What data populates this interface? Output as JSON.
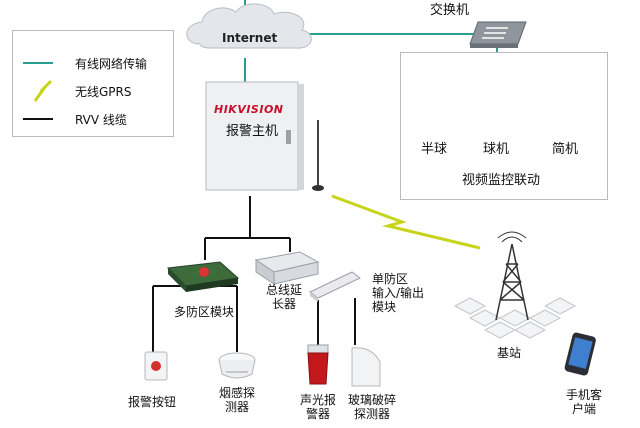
{
  "legend": {
    "items": [
      {
        "label": "有线网络传输",
        "kind": "wired-network",
        "color": "#2a9d8f"
      },
      {
        "label": "无线GPRS",
        "kind": "wireless-gprs",
        "color": "#c8d41a"
      },
      {
        "label": "RVV 线缆",
        "kind": "rvv-cable",
        "color": "#111111"
      }
    ]
  },
  "nodes": {
    "internet": "Internet",
    "switch": "交换机",
    "brand": "HIKVISION",
    "host": "报警主机",
    "dome_camera": "半球",
    "ptz_camera": "球机",
    "bullet_camera": "简机",
    "video_group": "视频监控联动",
    "multi_zone": "多防区模块",
    "bus_extender": "总线延\n长器",
    "single_zone": "单防区\n输入/输出\n模块",
    "base_station": "基站",
    "alarm_button": "报警按钮",
    "smoke_detector": "烟感探\n测器",
    "siren": "声光报\n警器",
    "glass_break": "玻璃破碎\n探测器",
    "mobile_client": "手机客\n户端"
  },
  "colors": {
    "wired": "#2a9d8f",
    "wireless": "#c8d41a",
    "cable": "#111111",
    "brand_red": "#c8102e"
  }
}
